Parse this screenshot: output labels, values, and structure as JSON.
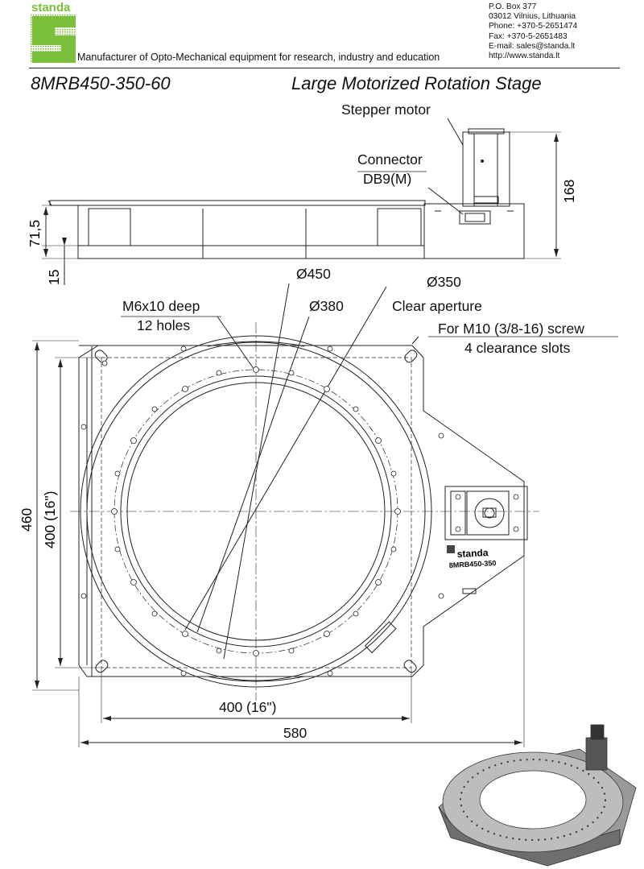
{
  "brand": {
    "name": "standa",
    "green": "#7cbf3a"
  },
  "header": {
    "tagline": "Manufacturer of Opto-Mechanical equipment for research, industry and education",
    "contact": [
      "P.O. Box 377",
      "03012 Vilnius, Lithuania",
      "Phone: +370-5-2651474",
      "Fax: +370-5-2651483",
      "E-mail: sales@standa.lt",
      "http://www.standa.lt"
    ]
  },
  "product": {
    "model": "8MRB450-350-60",
    "title": "Large Motorized Rotation Stage"
  },
  "side_view": {
    "stepper_label": "Stepper motor",
    "connector_label_1": "Connector",
    "connector_label_2": "DB9(M)",
    "dim_height_total": "168",
    "dim_height_body": "71,5",
    "dim_base": "15"
  },
  "top_view": {
    "d450": "Ø450",
    "d380": "Ø380",
    "d350": "Ø350",
    "clear_aperture": "Clear aperture",
    "holes_1": "M6x10 deep",
    "holes_2": "12 holes",
    "slots_1": "For M10 (3/8-16) screw",
    "slots_2": "4 clearance slots",
    "dim_460": "460",
    "dim_400_vertical": "400 (16\")",
    "dim_400_horizontal": "400 (16\")",
    "dim_580": "580",
    "plate_brand": "standa",
    "plate_model": "8MRB450-350"
  }
}
